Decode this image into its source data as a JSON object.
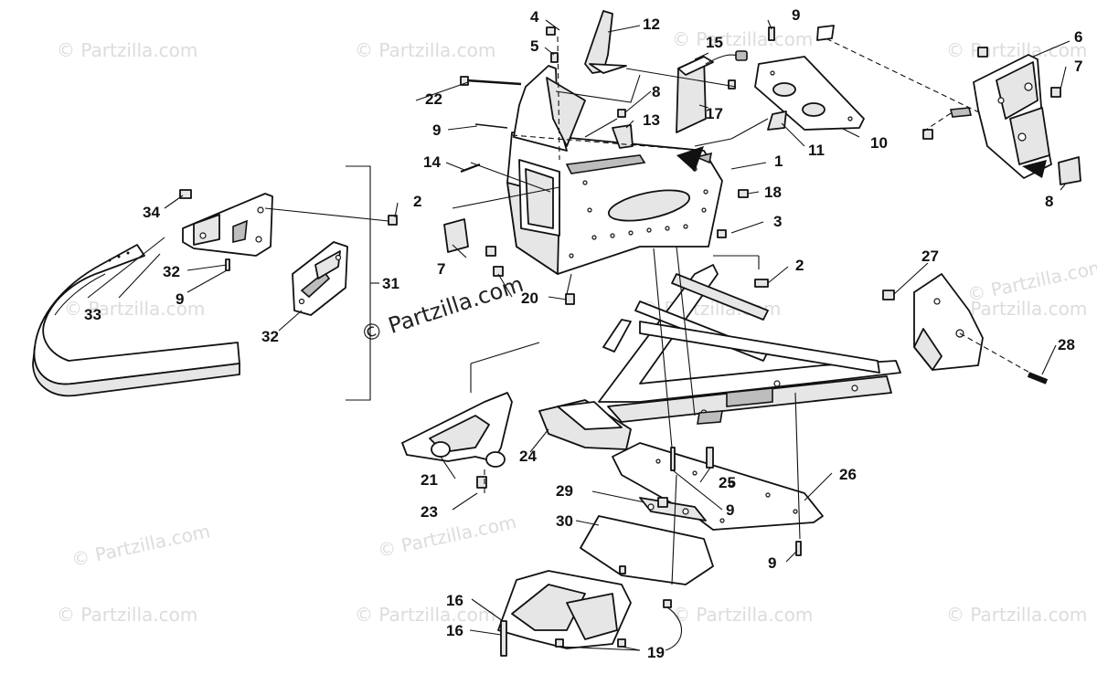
{
  "watermark": "© Partzilla.com",
  "callouts": [
    {
      "id": "c1",
      "text": "1"
    },
    {
      "id": "c2a",
      "text": "2"
    },
    {
      "id": "c2b",
      "text": "2"
    },
    {
      "id": "c3",
      "text": "3"
    },
    {
      "id": "c4",
      "text": "4"
    },
    {
      "id": "c5",
      "text": "5"
    },
    {
      "id": "c6",
      "text": "6"
    },
    {
      "id": "c7a",
      "text": "7"
    },
    {
      "id": "c7b",
      "text": "7"
    },
    {
      "id": "c8a",
      "text": "8"
    },
    {
      "id": "c8b",
      "text": "8"
    },
    {
      "id": "c9a",
      "text": "9"
    },
    {
      "id": "c9b",
      "text": "9"
    },
    {
      "id": "c9c",
      "text": "9"
    },
    {
      "id": "c9d",
      "text": "9"
    },
    {
      "id": "c9e",
      "text": "9"
    },
    {
      "id": "c10",
      "text": "10"
    },
    {
      "id": "c11",
      "text": "11"
    },
    {
      "id": "c12",
      "text": "12"
    },
    {
      "id": "c13",
      "text": "13"
    },
    {
      "id": "c14",
      "text": "14"
    },
    {
      "id": "c15",
      "text": "15"
    },
    {
      "id": "c16a",
      "text": "16"
    },
    {
      "id": "c16b",
      "text": "16"
    },
    {
      "id": "c17",
      "text": "17"
    },
    {
      "id": "c18",
      "text": "18"
    },
    {
      "id": "c19",
      "text": "19"
    },
    {
      "id": "c20",
      "text": "20"
    },
    {
      "id": "c21",
      "text": "21"
    },
    {
      "id": "c22",
      "text": "22"
    },
    {
      "id": "c23",
      "text": "23"
    },
    {
      "id": "c24",
      "text": "24"
    },
    {
      "id": "c25",
      "text": "25"
    },
    {
      "id": "c26",
      "text": "26"
    },
    {
      "id": "c27",
      "text": "27"
    },
    {
      "id": "c28",
      "text": "28"
    },
    {
      "id": "c29",
      "text": "29"
    },
    {
      "id": "c30",
      "text": "30"
    },
    {
      "id": "c31",
      "text": "31"
    },
    {
      "id": "c32a",
      "text": "32"
    },
    {
      "id": "c32b",
      "text": "32"
    },
    {
      "id": "c33",
      "text": "33"
    },
    {
      "id": "c34",
      "text": "34"
    }
  ]
}
